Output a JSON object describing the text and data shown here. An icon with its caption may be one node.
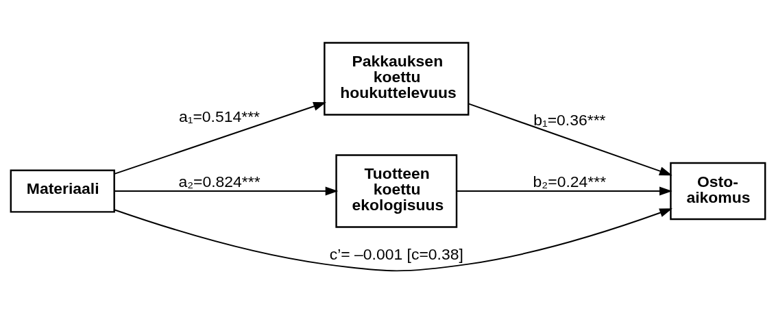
{
  "diagram": {
    "nodes": [
      {
        "text": [
          "Materiaali"
        ]
      },
      {
        "text": [
          "Pakkauksen koettu houkuttelevuus"
        ]
      },
      {
        "text": [
          "Tuotteen koettu ekologisuus"
        ]
      },
      {
        "text": [
          "Osto- aikomus"
        ]
      }
    ],
    "edges": [
      {
        "from": 0,
        "to": 1,
        "arrow": "to",
        "label": "a₁=0.514***"
      },
      {
        "from": 0,
        "to": 2,
        "arrow": "to",
        "label": "a₂=0.824***"
      },
      {
        "from": 1,
        "to": 3,
        "arrow": "to",
        "label": "b₁=0.36***"
      },
      {
        "from": 2,
        "to": 3,
        "arrow": "to",
        "label": "b₂=0.24***"
      },
      {
        "from": 0,
        "to": 3,
        "arrow": "to",
        "label": "c’= –0.001 [c=0.38]"
      }
    ]
  }
}
